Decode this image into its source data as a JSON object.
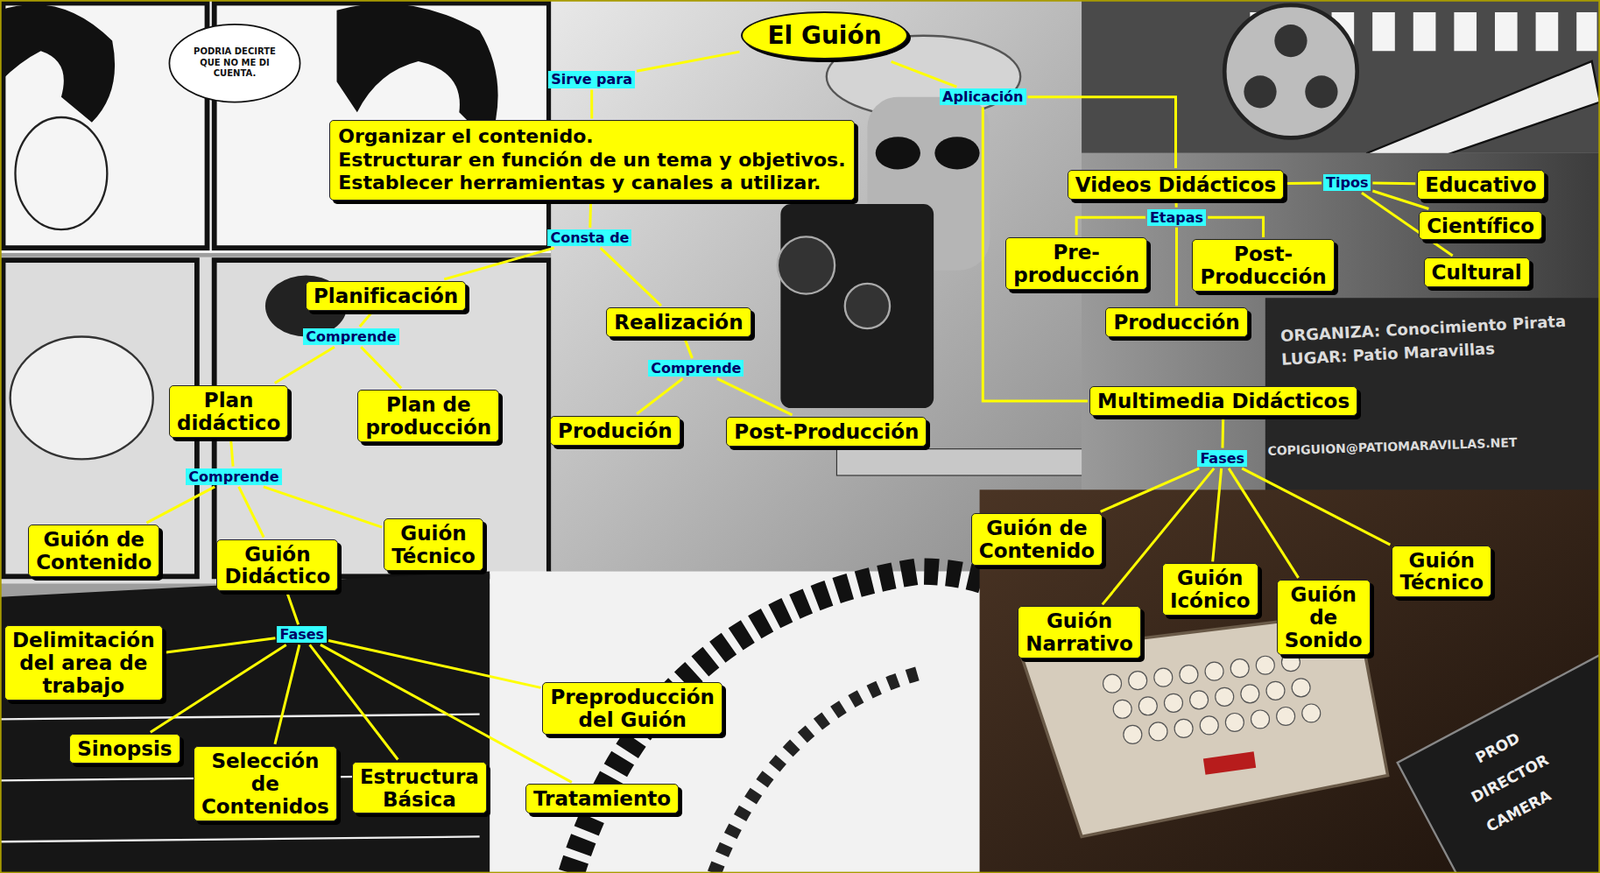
{
  "diagram": {
    "nodes": [
      {
        "text": [
          "El Guión"
        ]
      },
      {
        "text": [
          "Sirve para"
        ]
      },
      {
        "text": [
          "Organizar el contenido.",
          "Estructurar en función de un tema y objetivos.",
          "Establecer herramientas y canales a utilizar."
        ]
      },
      {
        "text": [
          "Consta de"
        ]
      },
      {
        "text": [
          "Planificación"
        ]
      },
      {
        "text": [
          "Realización"
        ]
      },
      {
        "text": [
          "Comprende"
        ]
      },
      {
        "text": [
          "Comprende"
        ]
      },
      {
        "text": [
          "Plan didáctico"
        ]
      },
      {
        "text": [
          "Plan de producción"
        ]
      },
      {
        "text": [
          "Produción"
        ]
      },
      {
        "text": [
          "Post-Producción"
        ]
      },
      {
        "text": [
          "Comprende"
        ]
      },
      {
        "text": [
          "Guión de Contenido"
        ]
      },
      {
        "text": [
          "Guión Didáctico"
        ]
      },
      {
        "text": [
          "Guión Técnico"
        ]
      },
      {
        "text": [
          "Fases"
        ]
      },
      {
        "text": [
          "Delimitación del area de trabajo"
        ]
      },
      {
        "text": [
          "Preproducción del Guión"
        ]
      },
      {
        "text": [
          "Sinopsis"
        ]
      },
      {
        "text": [
          "Selección de Contenidos"
        ]
      },
      {
        "text": [
          "Estructura Básica"
        ]
      },
      {
        "text": [
          "Tratamiento"
        ]
      },
      {
        "text": [
          "Aplicación"
        ]
      },
      {
        "text": [
          "Videos Didácticos"
        ]
      },
      {
        "text": [
          "Tipos"
        ]
      },
      {
        "text": [
          "Educativo"
        ]
      },
      {
        "text": [
          "Etapas"
        ]
      },
      {
        "text": [
          "Científico"
        ]
      },
      {
        "text": [
          "Pre- producción"
        ]
      },
      {
        "text": [
          "Post- Producción"
        ]
      },
      {
        "text": [
          "Cultural"
        ]
      },
      {
        "text": [
          "Producción"
        ]
      },
      {
        "text": [
          "Multimedia Didácticos"
        ]
      },
      {
        "text": [
          "Fases"
        ]
      },
      {
        "text": [
          "Guión de Contenido"
        ]
      },
      {
        "text": [
          "Guión Técnico"
        ]
      },
      {
        "text": [
          "Guión Icónico"
        ]
      },
      {
        "text": [
          "Guión de Sonido"
        ]
      },
      {
        "text": [
          "Guión Narrativo"
        ]
      }
    ],
    "edges": [
      {
        "from": 0,
        "to": 1,
        "arrow": "none"
      },
      {
        "from": 1,
        "to": 2,
        "arrow": "none"
      },
      {
        "from": 2,
        "to": 3,
        "arrow": "none"
      },
      {
        "from": 3,
        "to": 4,
        "arrow": "none"
      },
      {
        "from": 3,
        "to": 5,
        "arrow": "none"
      },
      {
        "from": 4,
        "to": 6,
        "arrow": "none"
      },
      {
        "from": 6,
        "to": 8,
        "arrow": "none"
      },
      {
        "from": 6,
        "to": 9,
        "arrow": "none"
      },
      {
        "from": 5,
        "to": 7,
        "arrow": "none"
      },
      {
        "from": 7,
        "to": 10,
        "arrow": "none"
      },
      {
        "from": 7,
        "to": 11,
        "arrow": "none"
      },
      {
        "from": 8,
        "to": 12,
        "arrow": "none"
      },
      {
        "from": 12,
        "to": 13,
        "arrow": "none"
      },
      {
        "from": 12,
        "to": 14,
        "arrow": "none"
      },
      {
        "from": 12,
        "to": 15,
        "arrow": "none"
      },
      {
        "from": 14,
        "to": 16,
        "arrow": "none"
      },
      {
        "from": 16,
        "to": 17,
        "arrow": "none"
      },
      {
        "from": 16,
        "to": 18,
        "arrow": "none"
      },
      {
        "from": 16,
        "to": 19,
        "arrow": "none"
      },
      {
        "from": 16,
        "to": 20,
        "arrow": "none"
      },
      {
        "from": 16,
        "to": 21,
        "arrow": "none"
      },
      {
        "from": 16,
        "to": 22,
        "arrow": "none"
      },
      {
        "from": 0,
        "to": 23,
        "arrow": "none"
      },
      {
        "from": 23,
        "to": 24,
        "arrow": "none"
      },
      {
        "from": 23,
        "to": 33,
        "arrow": "none"
      },
      {
        "from": 24,
        "to": 25,
        "arrow": "none"
      },
      {
        "from": 25,
        "to": 26,
        "arrow": "none"
      },
      {
        "from": 25,
        "to": 28,
        "arrow": "none"
      },
      {
        "from": 25,
        "to": 31,
        "arrow": "none"
      },
      {
        "from": 24,
        "to": 27,
        "arrow": "none"
      },
      {
        "from": 27,
        "to": 29,
        "arrow": "none"
      },
      {
        "from": 27,
        "to": 30,
        "arrow": "none"
      },
      {
        "from": 27,
        "to": 32,
        "arrow": "none"
      },
      {
        "from": 33,
        "to": 34,
        "arrow": "none"
      },
      {
        "from": 34,
        "to": 35,
        "arrow": "none"
      },
      {
        "from": 34,
        "to": 36,
        "arrow": "none"
      },
      {
        "from": 34,
        "to": 37,
        "arrow": "none"
      },
      {
        "from": 34,
        "to": 38,
        "arrow": "none"
      },
      {
        "from": 34,
        "to": 39,
        "arrow": "none"
      }
    ],
    "labels": [
      "PODRIA DECIRTE QUE NO ME DI CUENTA.",
      "ORGANIZA: Conocimiento Pirata",
      "LUGAR: Patio Maravillas",
      "COPIGUION@PATIOMARAVILLAS.NET",
      "PROD",
      "DIRECTOR",
      "CAMERA"
    ]
  }
}
